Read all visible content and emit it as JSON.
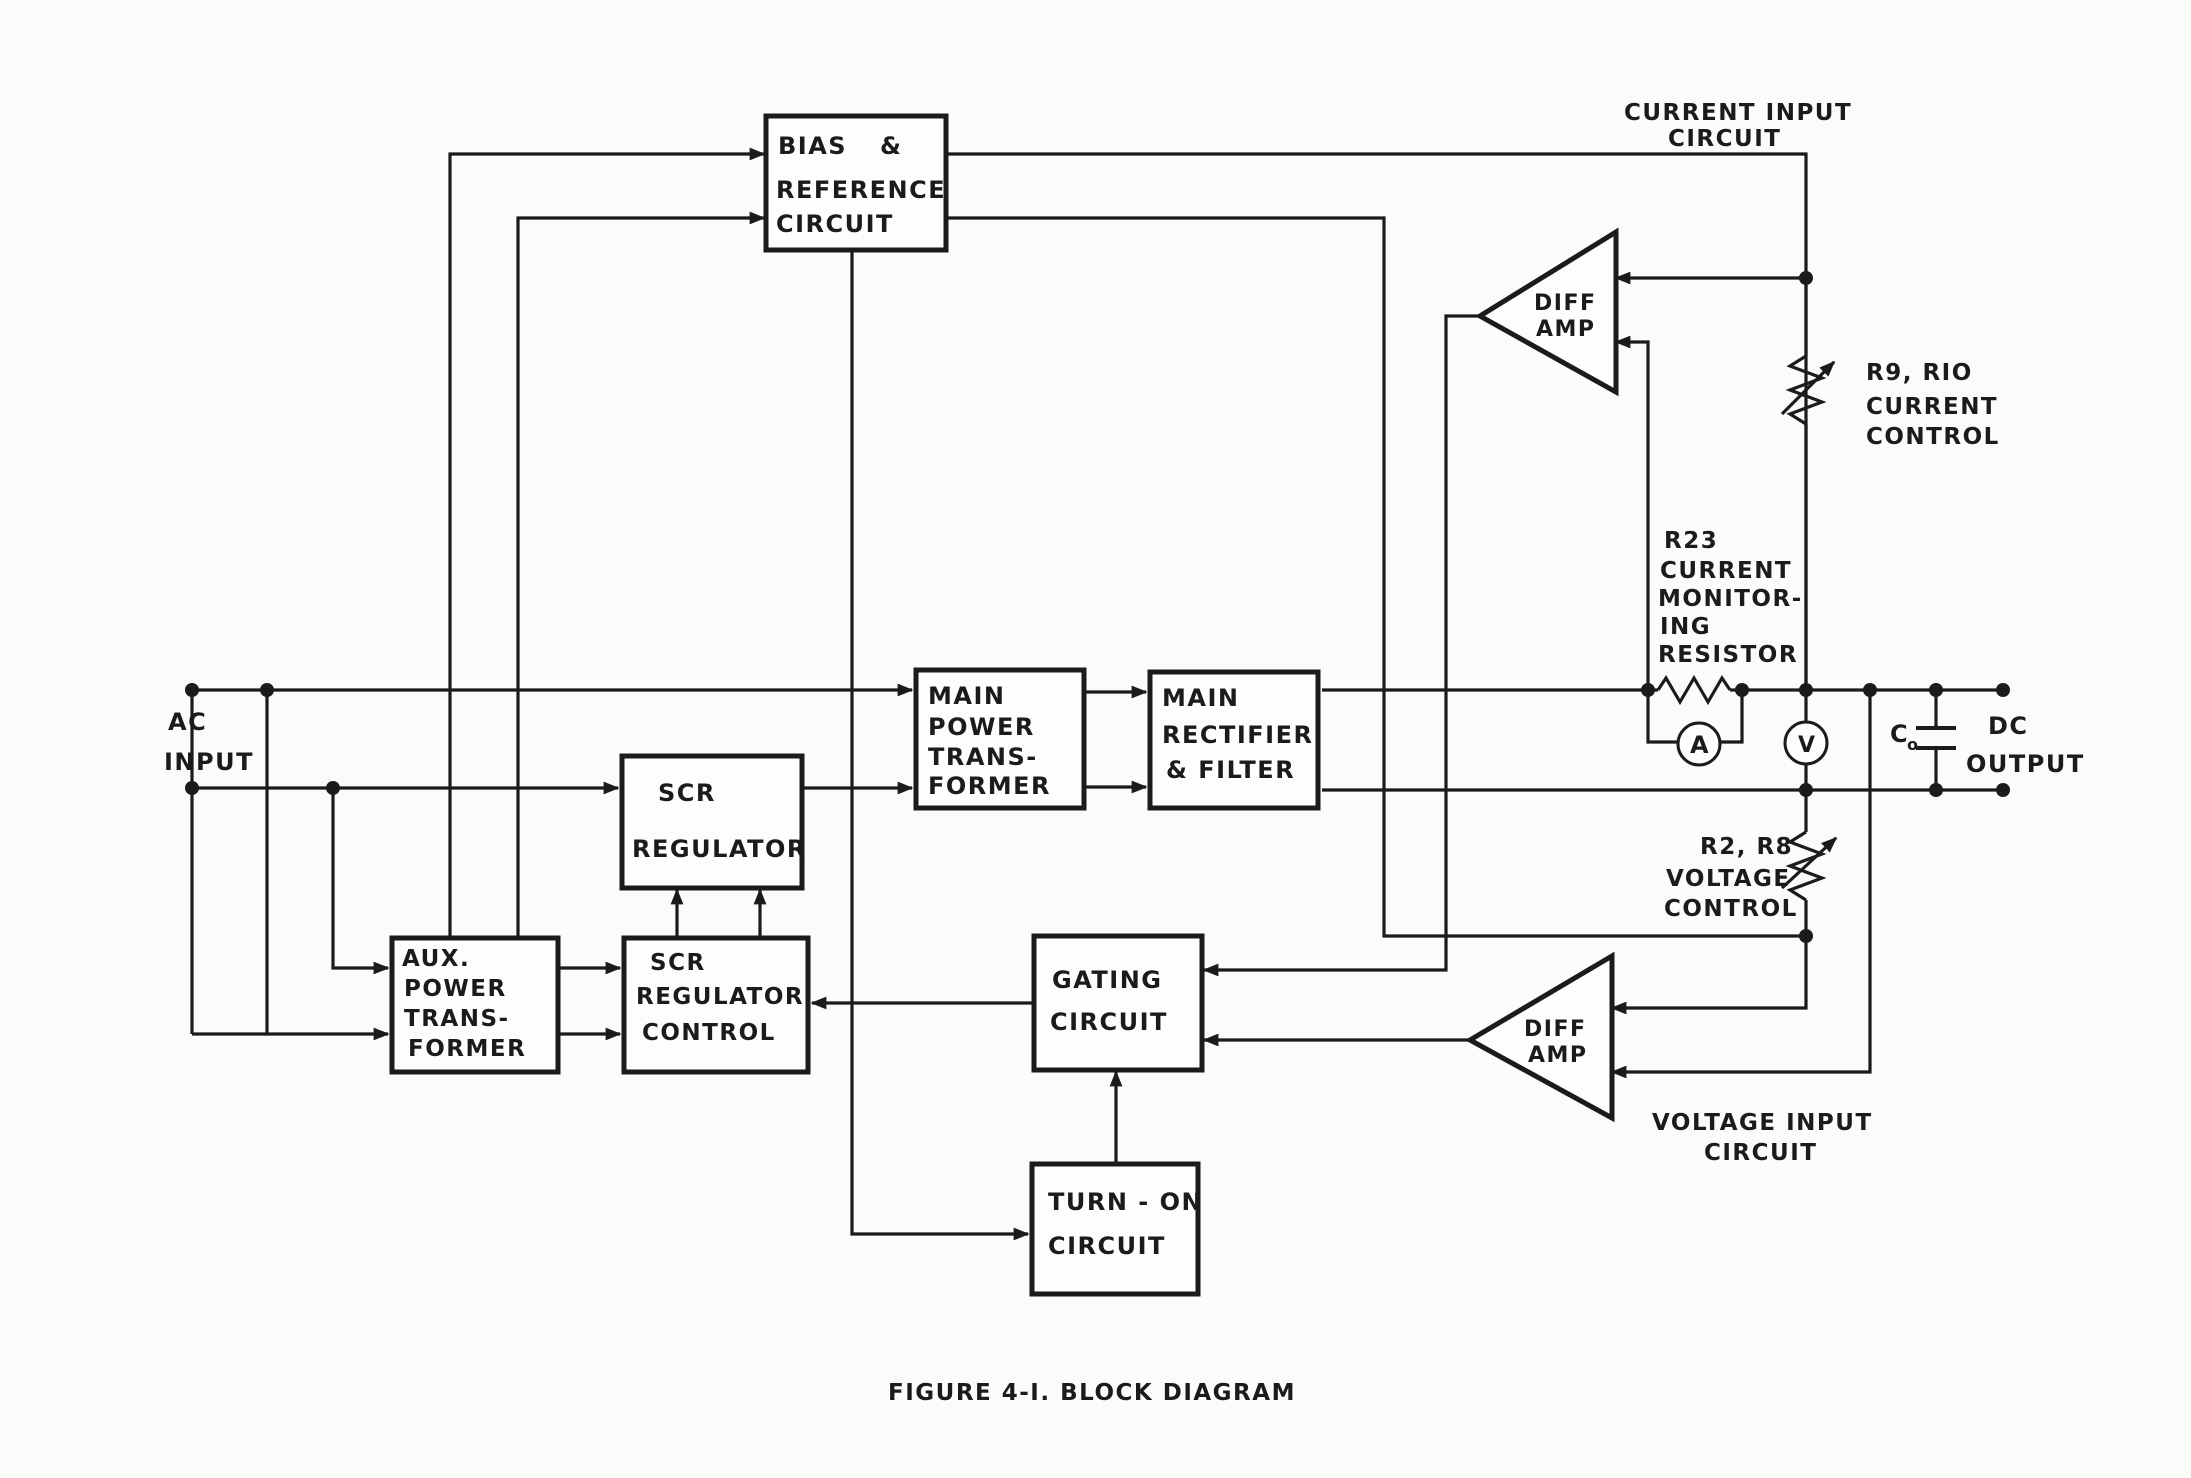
{
  "blocks": {
    "bias_reference": [
      "BIAS",
      "&",
      "REFERENCE",
      "CIRCUIT"
    ],
    "main_power_transformer": [
      "MAIN",
      "POWER",
      "TRANS-",
      "FORMER"
    ],
    "main_rectifier_filter": [
      "MAIN",
      "RECTIFIER",
      "& FILTER"
    ],
    "scr_regulator": [
      "SCR",
      "REGULATOR"
    ],
    "aux_power_transformer": [
      "AUX.",
      "POWER",
      "TRANS-",
      "FORMER"
    ],
    "scr_regulator_control": [
      "SCR",
      "REGULATOR",
      "CONTROL"
    ],
    "gating_circuit": [
      "GATING",
      "CIRCUIT"
    ],
    "turn_on_circuit": [
      "TURN - ON",
      "CIRCUIT"
    ],
    "diff_amp_current": [
      "DIFF",
      "AMP"
    ],
    "diff_amp_voltage": [
      "DIFF",
      "AMP"
    ]
  },
  "labels": {
    "ac_input": [
      "AC",
      "INPUT"
    ],
    "dc_output": [
      "DC",
      "OUTPUT"
    ],
    "current_input_circuit": [
      "CURRENT INPUT",
      "CIRCUIT"
    ],
    "current_control": [
      "R9, RIO",
      "CURRENT",
      "CONTROL"
    ],
    "current_monitoring_resistor": [
      "R23",
      "CURRENT",
      "MONITOR-",
      "ING",
      "RESISTOR"
    ],
    "voltage_control": [
      "R2, R8",
      "VOLTAGE",
      "CONTROL"
    ],
    "voltage_input_circuit": [
      "VOLTAGE INPUT",
      "CIRCUIT"
    ],
    "capacitor": "C",
    "capacitor_sub": "o",
    "ammeter": "A",
    "voltmeter": "V"
  },
  "caption": "FIGURE 4-I. BLOCK DIAGRAM"
}
